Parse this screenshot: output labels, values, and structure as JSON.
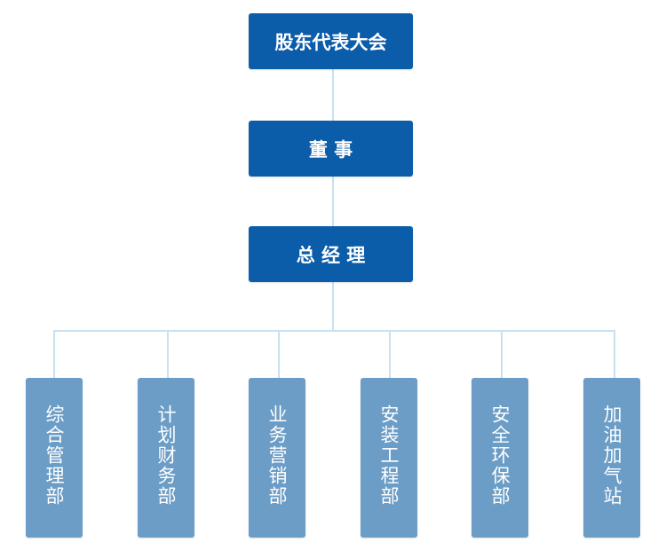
{
  "colors": {
    "top_box": "#0b5ca9",
    "dept_box": "#6b9dc6",
    "connector": "#c6e1f2",
    "text": "#ffffff"
  },
  "org": {
    "shareholders": "股东代表大会",
    "board": "董 事",
    "general_manager": "总 经 理",
    "departments": [
      "综合管理部",
      "计划财务部",
      "业务营销部",
      "安装工程部",
      "安全环保部",
      "加油加气站"
    ]
  }
}
